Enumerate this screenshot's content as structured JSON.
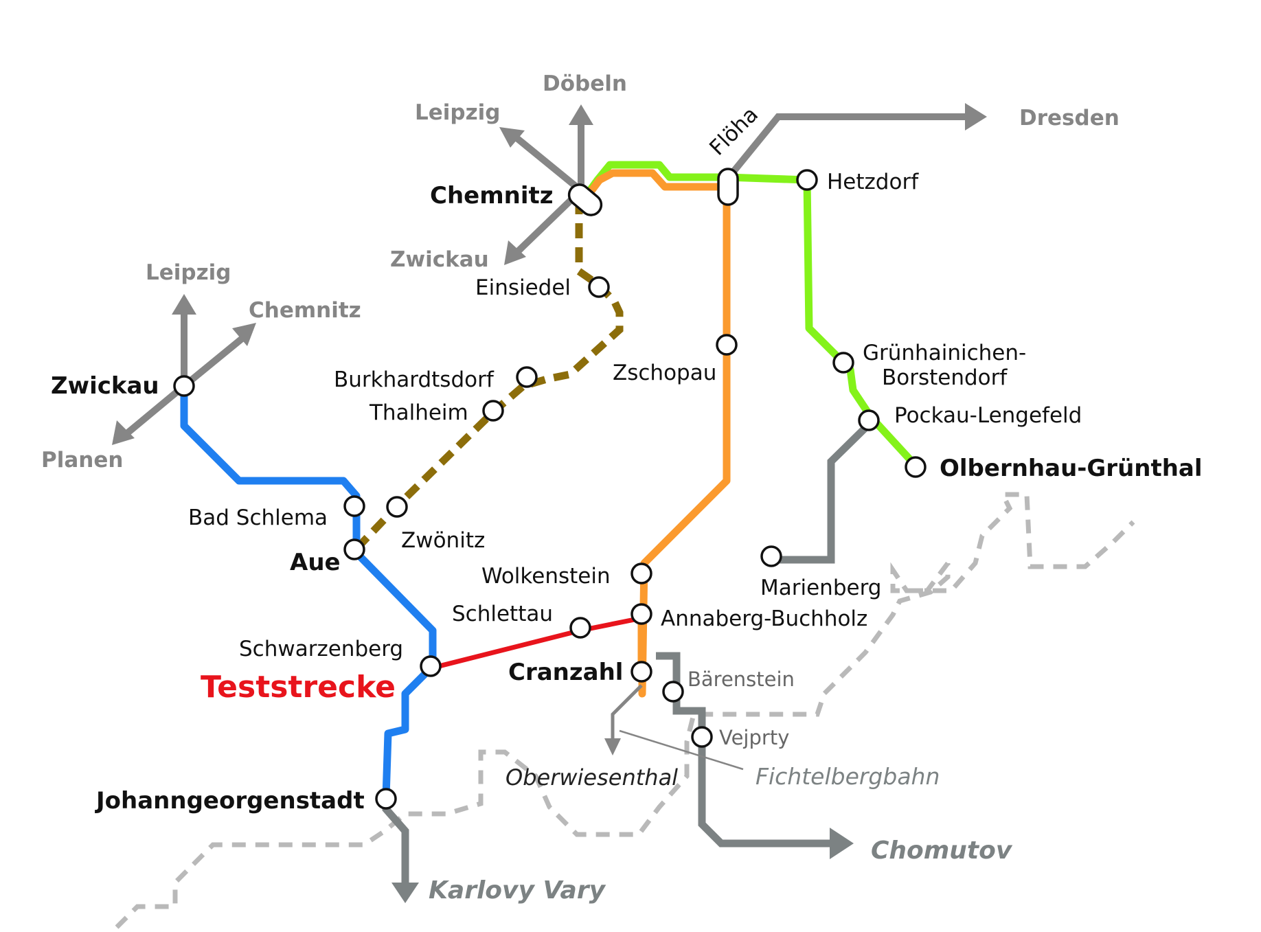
{
  "colors": {
    "blue_line": "#1f7ff0",
    "orange_line": "#fb9a2e",
    "green_line": "#84f21a",
    "red_line": "#e8141c",
    "olive_dashed": "#8c6d0a",
    "grey_line": "#7c8283",
    "direction_arrow": "#868686",
    "border": "#b9b9b9",
    "teststrecke": "#e8141c"
  },
  "directions": {
    "doebeln": "Döbeln",
    "leipzig_top": "Leipzig",
    "zwickau": "Zwickau",
    "dresden": "Dresden",
    "leipzig_left": "Leipzig",
    "chemnitz_left": "Chemnitz",
    "planen": "Planen",
    "karlovy_vary": "Karlovy Vary",
    "chomutov": "Chomutov",
    "oberwiesenthal": "Oberwiesenthal"
  },
  "stations": {
    "chemnitz": "Chemnitz",
    "floeha": "Flöha",
    "hetzdorf": "Hetzdorf",
    "einsiedel": "Einsiedel",
    "zschopau": "Zschopau",
    "burkhardtsdorf": "Burkhardtsdorf",
    "thalheim": "Thalheim",
    "gruenhainichen_1": "Grünhainichen-",
    "gruenhainichen_2": "Borstendorf",
    "pockau": "Pockau-Lengefeld",
    "olbernhau": "Olbernhau-Grünthal",
    "zwickau": "Zwickau",
    "bad_schlema": "Bad Schlema",
    "zwoenitz": "Zwönitz",
    "aue": "Aue",
    "marienberg": "Marienberg",
    "wolkenstein": "Wolkenstein",
    "schlettau": "Schlettau",
    "annaberg": "Annaberg-Buchholz",
    "schwarzenberg": "Schwarzenberg",
    "cranzahl": "Cranzahl",
    "baerenstein": "Bärenstein",
    "vejprty": "Vejprty",
    "johanngeorgenstadt": "Johanngeorgenstadt"
  },
  "annotations": {
    "teststrecke": "Teststrecke",
    "fichtelbergbahn": "Fichtelbergbahn"
  }
}
